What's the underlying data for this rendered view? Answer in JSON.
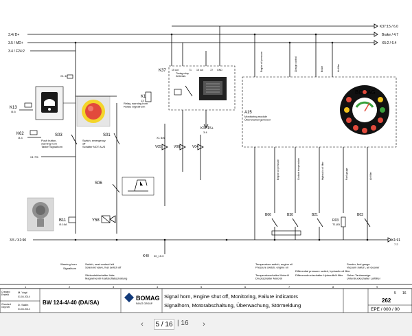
{
  "rails": {
    "d_plus": "3.4/ D+",
    "md_plus": "3.5 / MD+",
    "f24": "3.4 / F24:2",
    "k37": "K37:15 / 6.0",
    "brake": "Brake / 4.7",
    "x5": "X5:2 / 6.4",
    "x1_90": "3.5 / X1:90",
    "x1_91_a": "X1:91",
    "x1_91_b": "7.2"
  },
  "components": {
    "k13": {
      "id": "K13",
      "ref": "/5.5"
    },
    "k13r": {
      "id": "K13",
      "ref": "13",
      "desc": "Relay, warning horn\nRelais Signalhorn"
    },
    "k37": {
      "id": "K37",
      "desc": "Timing relay\nZeitrelais"
    },
    "k37s": "K37/15+",
    "k37sref": "3.4",
    "k62": {
      "id": "K62",
      "ref": "/3.4"
    },
    "s03": {
      "id": "S03",
      "desc": "Push button,\nwarning horn\nTaster Signalhorn"
    },
    "s01": {
      "id": "S01",
      "desc": "Switch, emergency\noff\nSchalter NOT AUS"
    },
    "s06": {
      "id": "S06"
    },
    "a15": {
      "id": "A15",
      "desc": "Monitoring module\nÜberwachungsmodul"
    },
    "b11": {
      "id": "B11",
      "ref": "/5.16A"
    },
    "y58": {
      "id": "Y58"
    },
    "b06": "B06",
    "b30": "B30",
    "b21": "B21",
    "r03": "R03",
    "r03ref": "T1,8Ω",
    "b03": "B03",
    "v05": "V05",
    "v06": "V06",
    "v04": "V04",
    "k40": "K40",
    "k40ref": "30_15.0"
  },
  "a15_inputs": [
    "Engine oil pressure",
    "Charge control",
    "Brake",
    "Air filter"
  ],
  "a15_outputs": [
    "Engine oil pressure",
    "Coolant temperature",
    "Hydraulic oil filter",
    "Fuel gauge",
    "Air filter"
  ],
  "bottom_labels": [
    {
      "en": "Warning horn",
      "de": "Signalhorn"
    },
    {
      "en": "Switch, seat contact left\nSolenoid valve, fuel switch off",
      "de": "Sitzkontaktschalter links\nMagnetventil Kraftstoffabschaltung"
    },
    {
      "en": "Temperature switch, engine oil\nPressure switch, engine oil",
      "de": "Temperaturschalter Motoröl\nDruckschalter Motoröl"
    },
    {
      "en": "Differential pressure switch, hydraulic oil filter",
      "de": "Differenzdruckschalter Hydrauliköl filter"
    },
    {
      "en": "Sender, fuel gauge\nVacuum switch, air cleaner",
      "de": "Geber Tankanzeige\nUnterdruckschalter Luftfilter"
    }
  ],
  "column_numbers": [
    "1",
    "2",
    "3",
    "4",
    "5",
    "6",
    "7",
    "8",
    "9"
  ],
  "title_block": {
    "created_label": "Created\nErstellt",
    "created_name": "M. Vogt",
    "created_date": "01.04.2014",
    "checked_label": "Checked\nGeprüft",
    "checked_name": "D. Sadin",
    "checked_date": "01.04.2014",
    "model": "BW 124-4/-40 (DA/SA)",
    "brand": "BOMAG",
    "brand_sub": "FAYAT GROUP",
    "title_en": "Signal horn, Engine shut off, Monitoring, Failure indicators",
    "title_de": "Signalhorn, Motorabschaltung, Überwachung, Störmeldung",
    "sheet_no": "262",
    "epe": "EPE / 000 / 00",
    "sheet_a": "5",
    "sheet_b": "16"
  },
  "toolbar": {
    "page_value": "5 / 16",
    "page_total": "| 16",
    "prev": "‹",
    "next": "›"
  },
  "colors": {
    "red": "#e24a3c",
    "yellow": "#f2c21c",
    "green": "#3aa13c",
    "black": "#111111"
  }
}
